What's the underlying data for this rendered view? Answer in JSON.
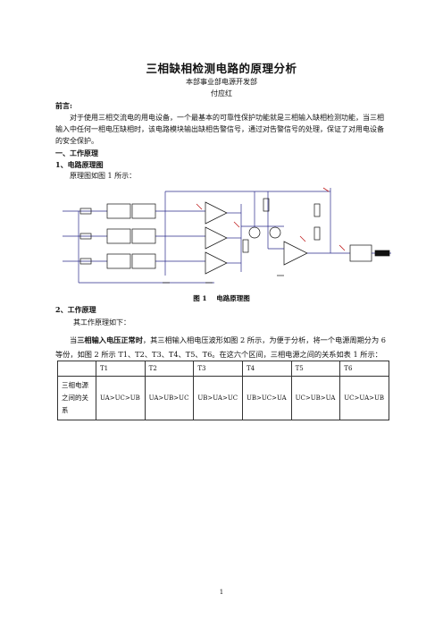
{
  "title": "三相缺相检测电路的原理分析",
  "department": "本部事业部电源开发部",
  "author": "付应红",
  "preface_heading": "前言:",
  "preface_text": "对于使用三相交流电的用电设备，一个最基本的可靠性保护功能就是三相输入缺相检测功能，当三相输入中任何一相电压缺相时，该电路模块输出缺相告警信号，通过对告警信号的处理，保证了对用电设备的安全保护。",
  "section1_heading": "一、工作原理",
  "section1_1_heading": "1、电路原理图",
  "section1_1_text": "原理图如图 1 所示：",
  "figure": {
    "label": "图 1",
    "caption": "电路原理图"
  },
  "section2_heading": "2、工作原理",
  "section2_intro": "其工作原理如下：",
  "section2_para_lead": "当",
  "section2_para_bold": "三相输入电压正常时",
  "section2_para_rest": "，其三相输入相电压波形如图 2 所示，为便于分析，将一个电源周期分为 6 等份，如图 2 所示 T1、T2、T3、T4、T5、T6。在这六个区间，三相电源之间的关系如表 1 所示：",
  "table": {
    "headers": [
      "",
      "T1",
      "T2",
      "T3",
      "T4",
      "T5",
      "T6"
    ],
    "row_label": "三相电源之间的关系",
    "cells": [
      "UA>UC>UB",
      "UA>UB>UC",
      "UB>UA>UC",
      "UB>UC>UA",
      "UC>UB>UA",
      "UC>UA>UB"
    ]
  },
  "page_number": "1",
  "colors": {
    "wire": "#2a2a8a",
    "signal": "#c02020",
    "ink": "#111111"
  }
}
